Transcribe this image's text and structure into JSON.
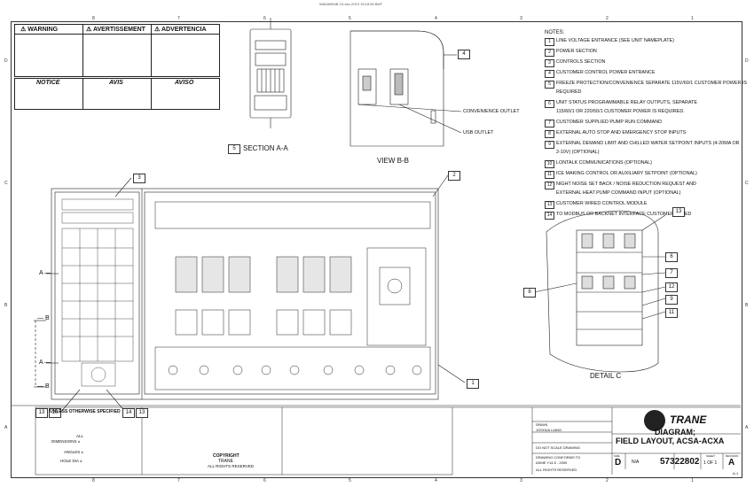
{
  "stamp": "WA0ABK6B  23-Jan-2013  15:18:55 BMT",
  "zones": {
    "top": [
      "8",
      "7",
      "6",
      "5",
      "4",
      "3",
      "2",
      "1"
    ],
    "side": [
      "D",
      "C",
      "B",
      "A"
    ]
  },
  "warnings": {
    "warning": "WARNING",
    "avertissement": "AVERTISSEMENT",
    "advertencia": "ADVERTENCIA",
    "notice": "NOTICE",
    "avis": "AVIS",
    "aviso": "AVISO"
  },
  "notes": {
    "title": "NOTES:",
    "items": [
      {
        "n": "1",
        "lines": [
          "LINE VOLTAGE ENTRANCE (SEE UNIT NAMEPLATE)"
        ]
      },
      {
        "n": "2",
        "lines": [
          "POWER SECTION"
        ]
      },
      {
        "n": "3",
        "lines": [
          "CONTROLS SECTION"
        ]
      },
      {
        "n": "4",
        "lines": [
          "CUSTOMER CONTROL POWER ENTRANCE"
        ]
      },
      {
        "n": "5",
        "lines": [
          "FREEZE PROTECTION/CONVENIENCE SEPARATE 115V/60/1 CUSTOMER POWER IS",
          "REQUIRED"
        ]
      },
      {
        "n": "6",
        "lines": [
          "UNIT STATUS PROGRAMMABLE RELAY OUTPUTS, SEPARATE",
          "115/60/1 OR 220/50/1 CUSTOMER POWER IS REQUIRED."
        ]
      },
      {
        "n": "7",
        "lines": [
          "CUSTOMER SUPPLIED PUMP RUN COMMAND"
        ]
      },
      {
        "n": "8",
        "lines": [
          "EXTERNAL AUTO STOP AND EMERGENCY STOP INPUTS"
        ]
      },
      {
        "n": "9",
        "lines": [
          "EXTERNAL DEMAND LIMIT AND CHILLED WATER SETPOINT INPUTS (4-20MA OR",
          "2-10V) (OPTIONAL)"
        ]
      },
      {
        "n": "10",
        "lines": [
          "LONTALK COMMUNICATIONS (OPTIONAL)"
        ]
      },
      {
        "n": "11",
        "lines": [
          "ICE MAKING CONTROL OR AUXILIARY SETPOINT (OPTIONAL)"
        ]
      },
      {
        "n": "12",
        "lines": [
          "NIGHT NOISE SET BACK / NOISE REDUCTION REQUEST AND",
          "EXTERNAL HEAT PUMP COMMAND INPUT (OPTIONAL)"
        ]
      },
      {
        "n": "13",
        "lines": [
          "CUSTOMER WIRED CONTROL MODULE"
        ]
      },
      {
        "n": "14",
        "lines": [
          "TO MODBUS OR BACKNET INTERFACE CUSTOMER WIRED"
        ]
      }
    ]
  },
  "views": {
    "section_aa_num": "5",
    "section_aa": "SECTION A-A",
    "view_bb": "VIEW B-B",
    "detail_c": "DETAIL C",
    "convenience_outlet": "CONVENIENCE OUTLET",
    "usb_outlet": "USB OUTLET",
    "label_a": "A",
    "label_b": "B"
  },
  "callouts": {
    "c4": "4",
    "c3": "3",
    "c2": "2",
    "c1": "1",
    "c13a": "13",
    "c10": "10",
    "c14": "14",
    "c13b": "13",
    "c13c": "13",
    "c6": "6",
    "c7": "7",
    "c12": "12",
    "c8": "8",
    "c9": "9",
    "c11": "11"
  },
  "titleblock": {
    "unless": "UNLESS OTHERWISE SPECIFIED",
    "all": "ALL",
    "dimensions": "DIMENSIONS",
    "angles": "ANGLES",
    "hole_dia": "HOLE DIA",
    "copyright": "COPYRIGHT",
    "trane_small": "TRANE",
    "rights": "ALL RIGHTS RESERVED",
    "drawn_by_label": "DRAWN",
    "drawn_by": "JOSHUA LIANG",
    "do_not_scale": "DO NOT SCALE DRAWING",
    "conforms": "DRAWING CONFORMS TO",
    "asme": "ASME Y14.5 - 2009",
    "brand": "TRANE",
    "title1": "DIAGRAM;",
    "title2": "FIELD LAYOUT, ACSA-ACXA",
    "size_label": "SIZE",
    "size": "D",
    "scale": "N/A",
    "drawing_number": "57322802",
    "sheet_label": "SHEET",
    "sheet": "1 OF 1",
    "rev_label": "REVISION",
    "rev": "A",
    "corner": "A-1"
  }
}
